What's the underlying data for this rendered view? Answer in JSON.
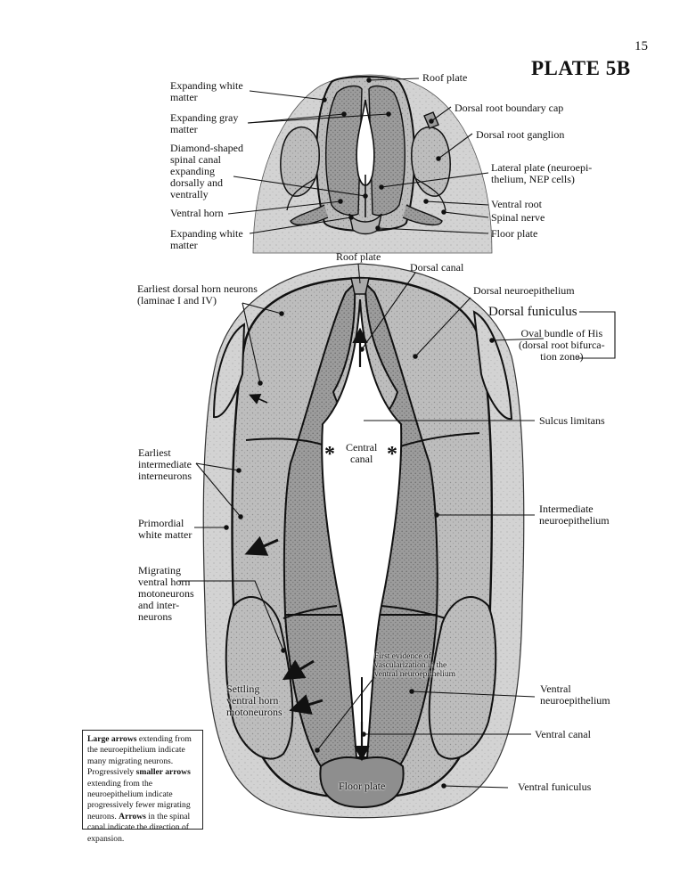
{
  "page": {
    "number": "15",
    "title": "PLATE 5B"
  },
  "top_section_labels": {
    "roof_plate": "Roof plate",
    "expanding_white_matter": "Expanding white\nmatter",
    "expanding_gray_matter": "Expanding gray\nmatter",
    "diamond_canal": "Diamond-shaped\nspinal canal\nexpanding\ndorsally and\nventrally",
    "ventral_horn": "Ventral horn",
    "expanding_white_matter_2": "Expanding white\nmatter",
    "dorsal_root_boundary_cap": "Dorsal root boundary cap",
    "dorsal_root_ganglion": "Dorsal root ganglion",
    "lateral_plate": "Lateral plate (neuroepi-\nthelium, NEP cells)",
    "ventral_root": "Ventral root",
    "spinal_nerve": "Spinal nerve",
    "floor_plate": "Floor plate"
  },
  "bottom_section_labels": {
    "roof_plate": "Roof plate",
    "dorsal_canal": "Dorsal canal",
    "earliest_dorsal_horn": "Earliest dorsal horn neurons\n(laminae I and IV)",
    "dorsal_neuroepithelium": "Dorsal neuroepithelium",
    "dorsal_funiculus": "Dorsal funiculus",
    "oval_bundle": "Oval bundle of His\n(dorsal root bifurca-\ntion zone)",
    "sulcus_limitans": "Sulcus limitans",
    "central_canal": "Central\ncanal",
    "earliest_intermediate": "Earliest\nintermediate\ninterneurons",
    "primordial_white": "Primordial\nwhite matter",
    "intermediate_neuroepithelium": "Intermediate\nneuroepithelium",
    "migrating_ventral": "Migrating\nventral horn\nmotoneurons\nand inter-\nneurons",
    "first_evidence": "First evidence of\nvascularization in the\nventral neuroepithelium",
    "settling": "Settling\nventral horn\nmotoneurons",
    "ventral_neuroepithelium": "Ventral\nneuroepithelium",
    "ventral_canal": "Ventral canal",
    "floor_plate": "Floor plate",
    "ventral_funiculus": "Ventral funiculus"
  },
  "legend": {
    "large_arrows": "Large arrows",
    "large_text": " extending from the neuroepithelium indicate many migrating neurons. Progressively ",
    "smaller_arrows": "smaller arrows",
    "smaller_text": " extending from the neuroepithelium indicate progressively fewer migrating neurons. ",
    "arrows": "Arrows",
    "arrows_text": " in the spinal canal indicate the direction of expansion."
  },
  "symbols": {
    "asterisk": "*"
  },
  "colors": {
    "tissue_light": "#c9c9c9",
    "tissue_mid": "#a9a9a9",
    "tissue_dark": "#8a8a8a",
    "outline": "#111111"
  }
}
